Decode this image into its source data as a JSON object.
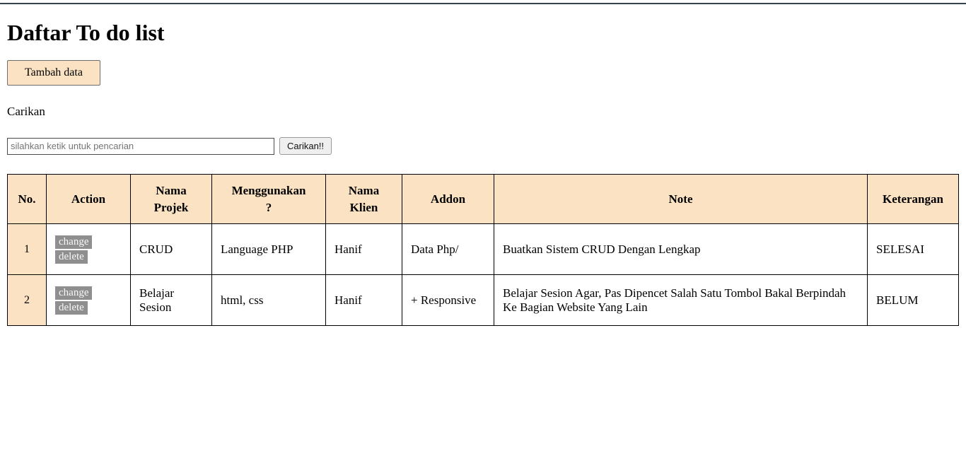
{
  "colors": {
    "header_bg": "#fbe2c3",
    "add_button_bg": "#fbe2c3",
    "action_link_bg": "#8f8f8f",
    "top_rule": "#33424d"
  },
  "page": {
    "title": "Daftar To do list",
    "add_button_label": "Tambah data",
    "search_label": "Carikan",
    "search_placeholder": "silahkan ketik untuk pencarian",
    "search_button_label": "Carikan!!"
  },
  "table": {
    "headers": [
      "No.",
      "Action",
      "Nama Projek",
      "Menggunakan ?",
      "Nama Klien",
      "Addon",
      "Note",
      "Keterangan"
    ],
    "action_labels": {
      "change": "change",
      "delete": "delete"
    },
    "rows": [
      {
        "no": "1",
        "nama_projek": "CRUD",
        "menggunakan": "Language PHP",
        "nama_klien": "Hanif",
        "addon": "Data Php/",
        "note": "Buatkan Sistem CRUD Dengan Lengkap",
        "keterangan": "SELESAI"
      },
      {
        "no": "2",
        "nama_projek": "Belajar Sesion",
        "menggunakan": "html, css",
        "nama_klien": "Hanif",
        "addon": "+ Responsive",
        "note": "Belajar Sesion Agar, Pas Dipencet Salah Satu Tombol Bakal Berpindah Ke Bagian Website Yang Lain",
        "keterangan": "BELUM"
      }
    ]
  }
}
